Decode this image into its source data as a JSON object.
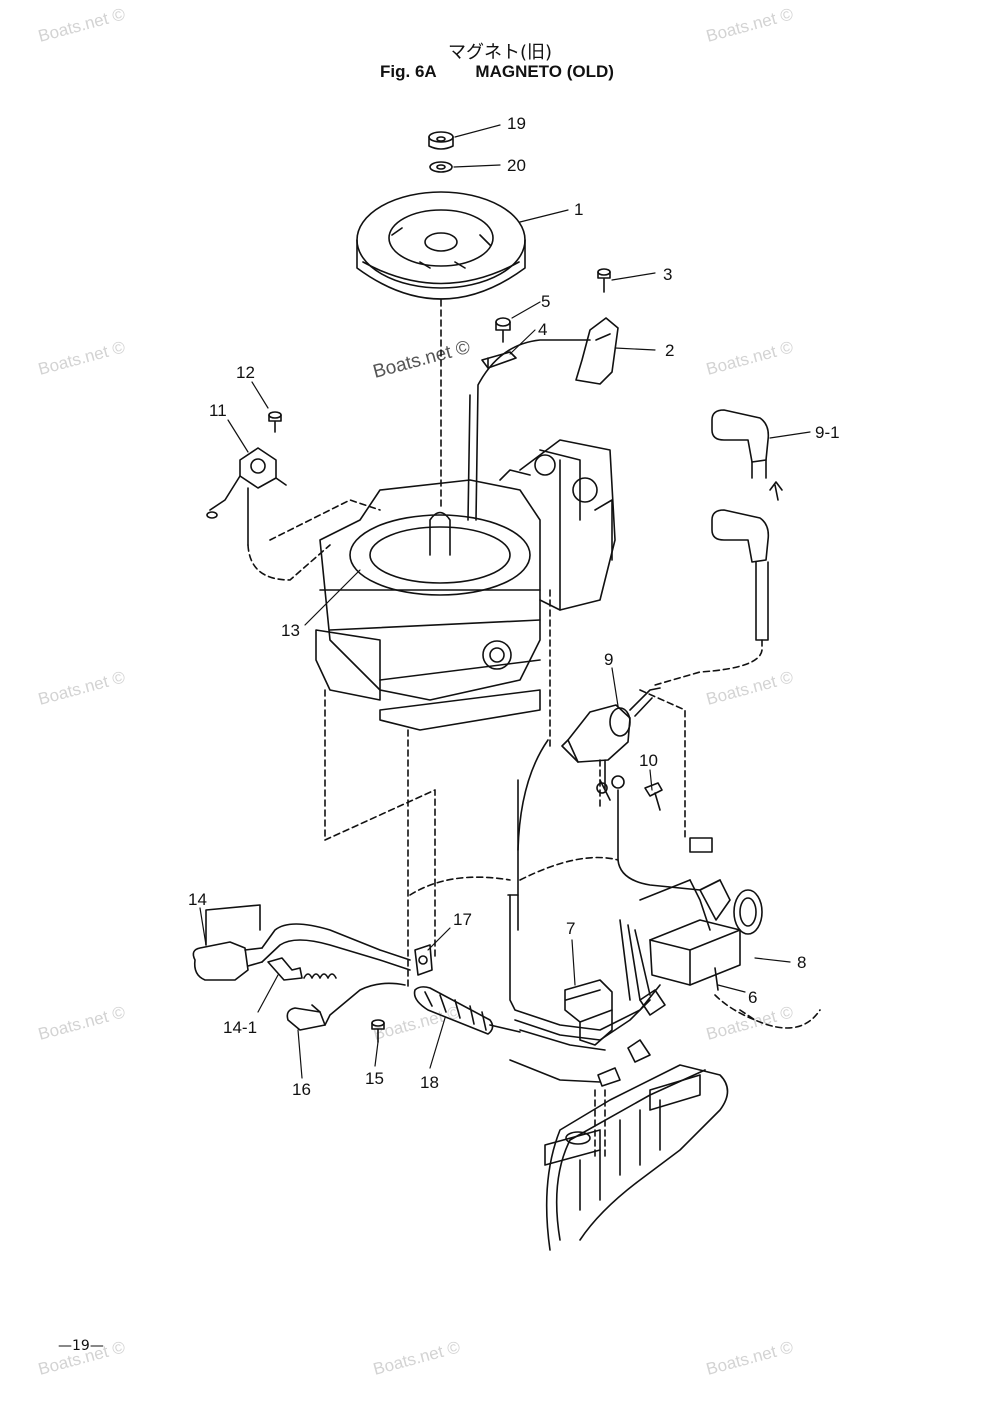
{
  "header": {
    "title_jp": "マグネト(旧)",
    "fig_label": "Fig. 6A",
    "title_en": "MAGNETO (OLD)"
  },
  "watermark": {
    "text": "Boats.net ©"
  },
  "callouts": [
    "19",
    "20",
    "1",
    "3",
    "5",
    "4",
    "2",
    "12",
    "11",
    "9-1",
    "13",
    "9",
    "10",
    "14",
    "17",
    "7",
    "8",
    "6",
    "14-1",
    "16",
    "15",
    "18"
  ],
  "footer": {
    "page_number": "—19—"
  }
}
